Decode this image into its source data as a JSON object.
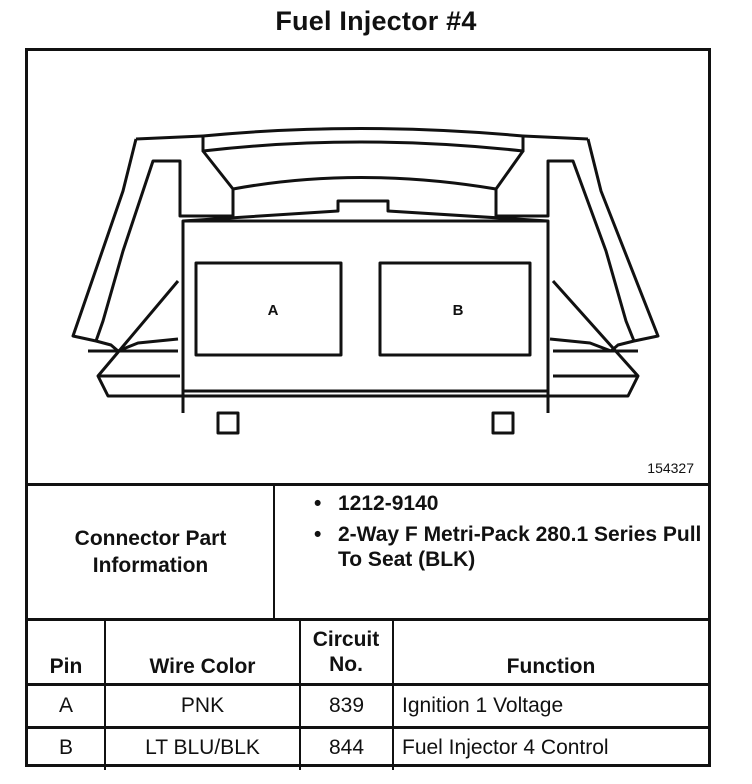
{
  "title": "Fuel Injector #4",
  "diagram": {
    "figure_number": "154327",
    "cavities": [
      "A",
      "B"
    ]
  },
  "connector_part_information": {
    "label": "Connector Part Information",
    "items": [
      "1212-9140",
      "2-Way F Metri-Pack 280.1 Series Pull To Seat (BLK)"
    ]
  },
  "pin_table": {
    "headers": {
      "pin": "Pin",
      "wire_color": "Wire Color",
      "circuit_no": "Circuit No.",
      "function": "Function"
    },
    "rows": [
      {
        "pin": "A",
        "wire_color": "PNK",
        "circuit_no": "839",
        "function": "Ignition 1 Voltage"
      },
      {
        "pin": "B",
        "wire_color": "LT BLU/BLK",
        "circuit_no": "844",
        "function": "Fuel Injector 4 Control"
      }
    ]
  }
}
